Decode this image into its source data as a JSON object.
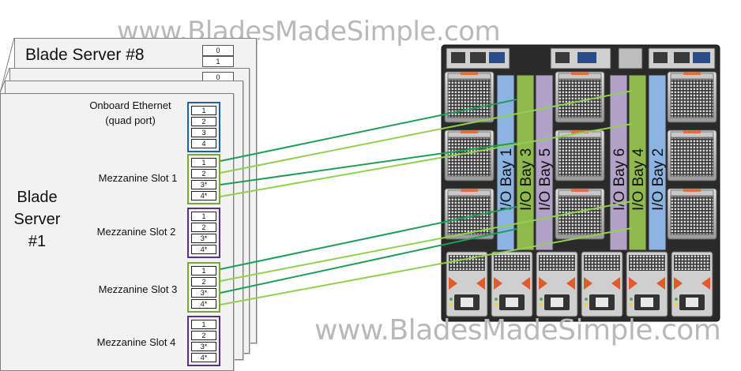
{
  "watermarks": {
    "top": "www.BladesMadeSimple.com",
    "bottom": "www.BladesMadeSimple.com"
  },
  "back_card": {
    "title": "Blade Server #8",
    "ports": [
      "0",
      "1"
    ]
  },
  "middle_card": {
    "ports": [
      "0"
    ]
  },
  "front_card": {
    "title": "Blade Server #1",
    "title_lines": [
      "Blade",
      "Server",
      "#1"
    ],
    "onboard": {
      "label_lines": [
        "Onboard Ethernet",
        "(quad port)"
      ],
      "ports": [
        "1",
        "2",
        "3",
        "4"
      ],
      "color": "#1f5fa6"
    },
    "mezz1": {
      "label": "Mezzanine Slot 1",
      "ports": [
        "1",
        "2",
        "3*",
        "4*"
      ],
      "color": "#7aa63c"
    },
    "mezz2": {
      "label": "Mezzanine Slot 2",
      "ports": [
        "1",
        "2",
        "3*",
        "4*"
      ],
      "color": "#5b2f84"
    },
    "mezz3": {
      "label": "Mezzanine Slot 3",
      "ports": [
        "1",
        "2",
        "3*",
        "4*"
      ],
      "color": "#7aa63c"
    },
    "mezz4": {
      "label": "Mezzanine Slot 4",
      "ports": [
        "1",
        "2",
        "3*",
        "4*"
      ],
      "color": "#5b2f84"
    }
  },
  "io_bays": [
    {
      "label": "I/O Bay 1",
      "color": "#8db3e2"
    },
    {
      "label": "I/O Bay 3",
      "color": "#8fb84d"
    },
    {
      "label": "I/O Bay 5",
      "color": "#b3a2c7"
    },
    {
      "label": "I/O Bay 6",
      "color": "#b3a2c7"
    },
    {
      "label": "I/O Bay 4",
      "color": "#8fb84d"
    },
    {
      "label": "I/O Bay 2",
      "color": "#8db3e2"
    }
  ],
  "connections": [
    {
      "from": "Mezzanine Slot 1 port 1",
      "to": "I/O Bay 3",
      "color": "#1f9e5a"
    },
    {
      "from": "Mezzanine Slot 1 port 2",
      "to": "I/O Bay 4",
      "color": "#1f9e5a"
    },
    {
      "from": "Mezzanine Slot 1 port 3*",
      "to": "I/O Bay 3",
      "color": "#92d050"
    },
    {
      "from": "Mezzanine Slot 1 port 4*",
      "to": "I/O Bay 4",
      "color": "#92d050"
    },
    {
      "from": "Mezzanine Slot 3 port 1",
      "to": "I/O Bay 3",
      "color": "#1f9e5a"
    },
    {
      "from": "Mezzanine Slot 3 port 2",
      "to": "I/O Bay 4",
      "color": "#1f9e5a"
    },
    {
      "from": "Mezzanine Slot 3 port 3*",
      "to": "I/O Bay 3",
      "color": "#92d050"
    },
    {
      "from": "Mezzanine Slot 3 port 4*",
      "to": "I/O Bay 4",
      "color": "#92d050"
    }
  ]
}
